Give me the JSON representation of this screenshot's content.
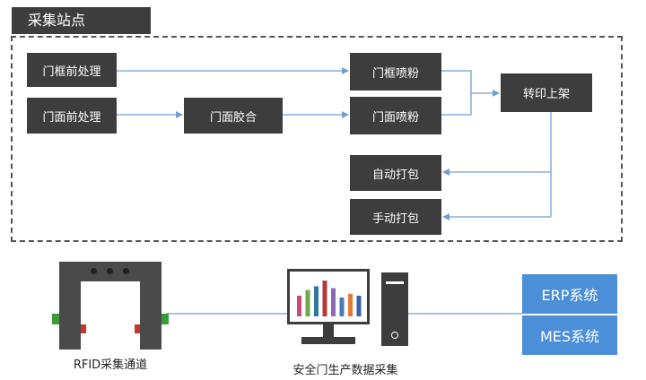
{
  "section_title": "采集站点",
  "process": {
    "frame_pre": "门框前处理",
    "face_pre": "门面前处理",
    "face_glue": "门面胶合",
    "frame_spray": "门框喷粉",
    "face_spray": "门面喷粉",
    "transfer": "转印上架",
    "auto_pack": "自动打包",
    "manual_pack": "手动打包"
  },
  "bottom": {
    "rfid_label": "RFID采集通道",
    "pc_label": "安全门生产数据采集",
    "erp": "ERP系统",
    "mes": "MES系统"
  },
  "colors": {
    "box": "#3d3d3d",
    "arrow": "#6f9ed3",
    "system": "#4a8fd8",
    "bars": [
      "#c74b7a",
      "#6fa94a",
      "#2f7a9a",
      "#b33a3a",
      "#8c6bb5",
      "#4a7ab8",
      "#e07b39",
      "#3b5fa8"
    ]
  },
  "chart_data": {
    "type": "bar",
    "values": [
      0.55,
      0.7,
      0.8,
      0.95,
      0.75,
      0.5,
      0.6,
      0.55
    ]
  }
}
